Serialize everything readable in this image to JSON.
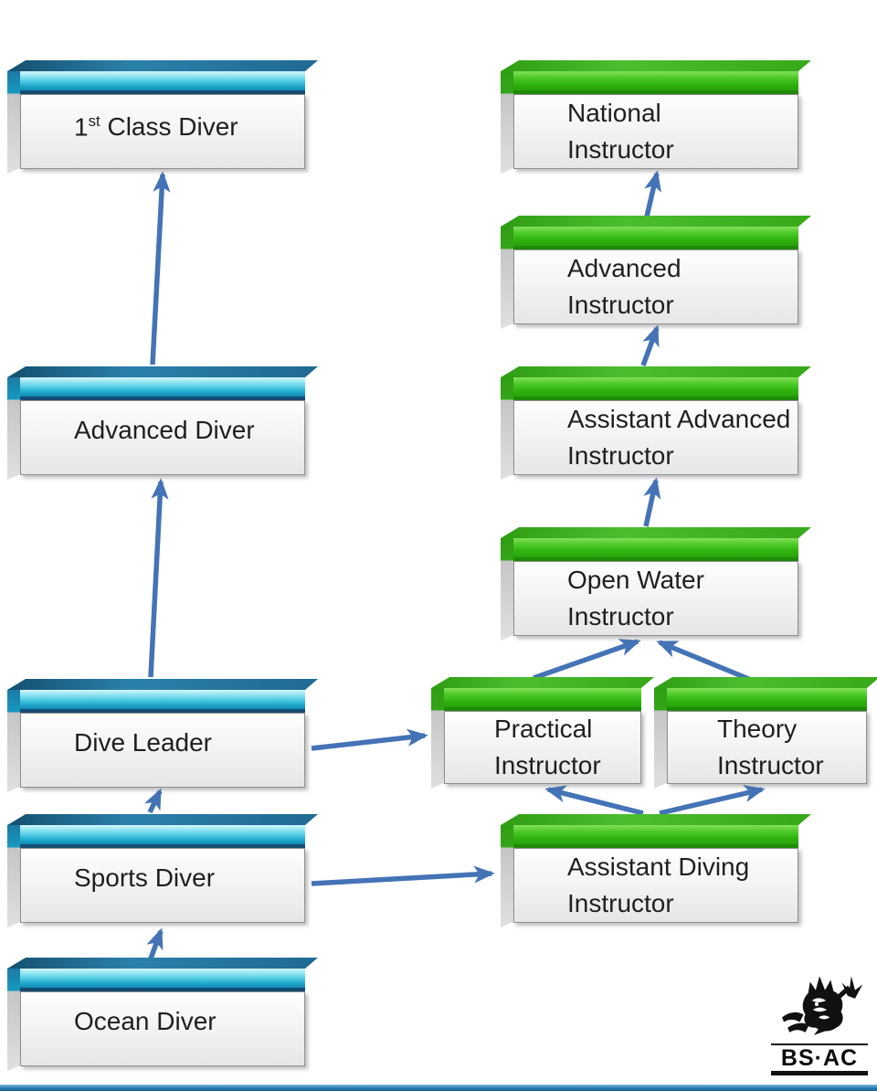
{
  "boxes": {
    "first_class_diver": {
      "pre": "1",
      "sup": "st",
      "post": "Class Diver"
    },
    "advanced_diver": {
      "l1": "Advanced Diver"
    },
    "dive_leader": {
      "l1": "Dive Leader"
    },
    "sports_diver": {
      "l1": "Sports Diver"
    },
    "ocean_diver": {
      "l1": "Ocean Diver"
    },
    "national_instructor": {
      "l1": "National",
      "l2": "Instructor"
    },
    "advanced_instructor": {
      "l1": "Advanced",
      "l2": "Instructor"
    },
    "assistant_advanced_instructor": {
      "l1": "Assistant Advanced",
      "l2": "Instructor"
    },
    "open_water_instructor": {
      "l1": "Open Water",
      "l2": "Instructor"
    },
    "practical_instructor": {
      "l1": "Practical",
      "l2": "Instructor"
    },
    "theory_instructor": {
      "l1": "Theory",
      "l2": "Instructor"
    },
    "assistant_diving_instructor": {
      "l1": "Assistant Diving",
      "l2": "Instructor"
    }
  },
  "edges": [
    {
      "from": "ocean-diver",
      "to": "sports-diver"
    },
    {
      "from": "sports-diver",
      "to": "dive-leader"
    },
    {
      "from": "dive-leader",
      "to": "advanced-diver"
    },
    {
      "from": "advanced-diver",
      "to": "first-class-diver"
    },
    {
      "from": "dive-leader",
      "to": "practical-instructor"
    },
    {
      "from": "sports-diver",
      "to": "assistant-diving-instructor"
    },
    {
      "from": "assistant-diving-instructor",
      "to": "practical-instructor"
    },
    {
      "from": "assistant-diving-instructor",
      "to": "theory-instructor"
    },
    {
      "from": "practical-instructor",
      "to": "open-water-instructor"
    },
    {
      "from": "theory-instructor",
      "to": "open-water-instructor"
    },
    {
      "from": "open-water-instructor",
      "to": "assistant-advanced-instructor"
    },
    {
      "from": "assistant-advanced-instructor",
      "to": "advanced-instructor"
    },
    {
      "from": "advanced-instructor",
      "to": "national-instructor"
    }
  ],
  "colors": {
    "diver_bar": "#2cb9da",
    "instructor_bar": "#35b716",
    "arrow": "#4473b6",
    "box_body": "#f2f2f2",
    "text": "#1f1f1f"
  },
  "logo": {
    "wordmark": "BS·AC"
  }
}
